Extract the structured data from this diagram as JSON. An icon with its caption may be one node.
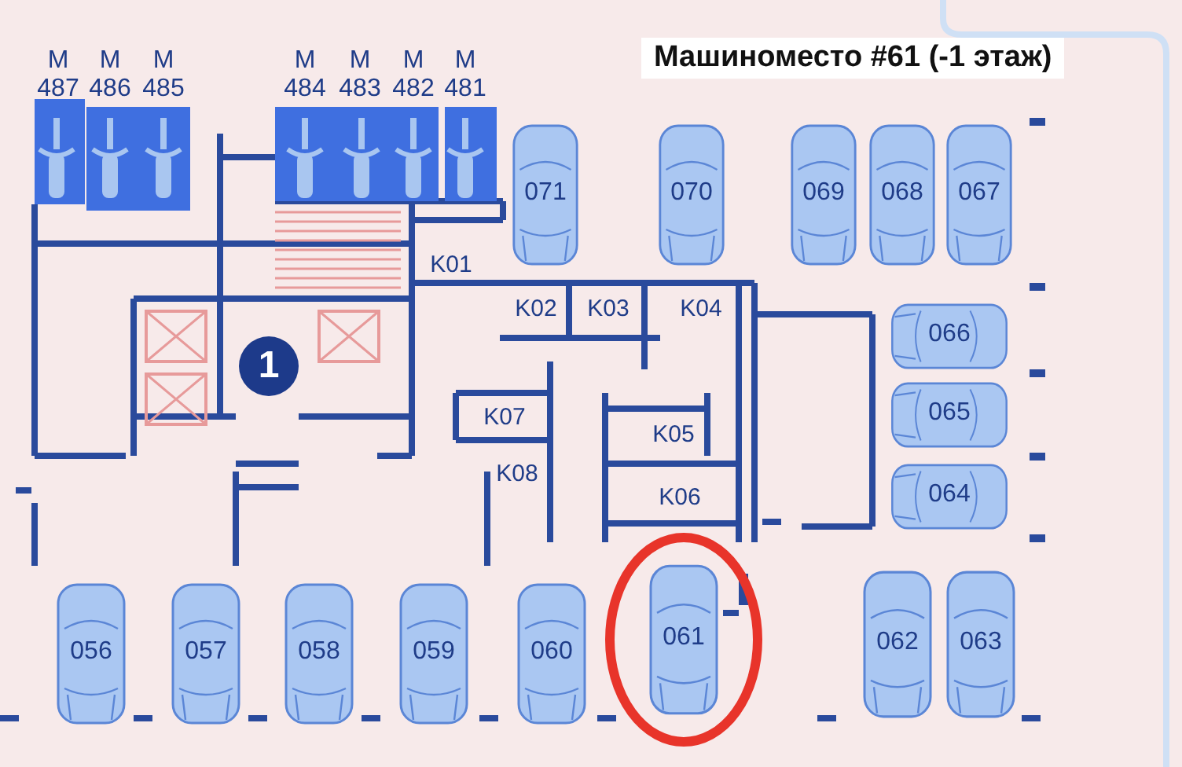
{
  "diagram": {
    "title": "Машиноместо #61 (-1 этаж)",
    "nodes": [
      {
        "text": [
          "071"
        ]
      },
      {
        "text": [
          "070"
        ]
      },
      {
        "text": [
          "069"
        ]
      },
      {
        "text": [
          "068"
        ]
      },
      {
        "text": [
          "067"
        ]
      },
      {
        "text": [
          "K01"
        ]
      },
      {
        "text": [
          "K02"
        ]
      },
      {
        "text": [
          "K03"
        ]
      },
      {
        "text": [
          "K04"
        ]
      },
      {
        "text": [
          "066"
        ]
      },
      {
        "text": [
          "1"
        ]
      },
      {
        "text": [
          "065"
        ]
      },
      {
        "text": [
          "K07"
        ]
      },
      {
        "text": [
          "K05"
        ]
      },
      {
        "text": [
          "K08"
        ]
      },
      {
        "text": [
          "K06"
        ]
      },
      {
        "text": [
          "064"
        ]
      },
      {
        "text": [
          "056"
        ]
      },
      {
        "text": [
          "057"
        ]
      },
      {
        "text": [
          "058"
        ]
      },
      {
        "text": [
          "059"
        ]
      },
      {
        "text": [
          "060"
        ]
      },
      {
        "text": [
          "061"
        ]
      },
      {
        "text": [
          "062"
        ]
      },
      {
        "text": [
          "063"
        ]
      }
    ],
    "labels": [
      "М",
      "М",
      "М",
      "М",
      "М",
      "М",
      "М",
      "487",
      "486",
      "485",
      "484",
      "483",
      "482",
      "481"
    ]
  }
}
